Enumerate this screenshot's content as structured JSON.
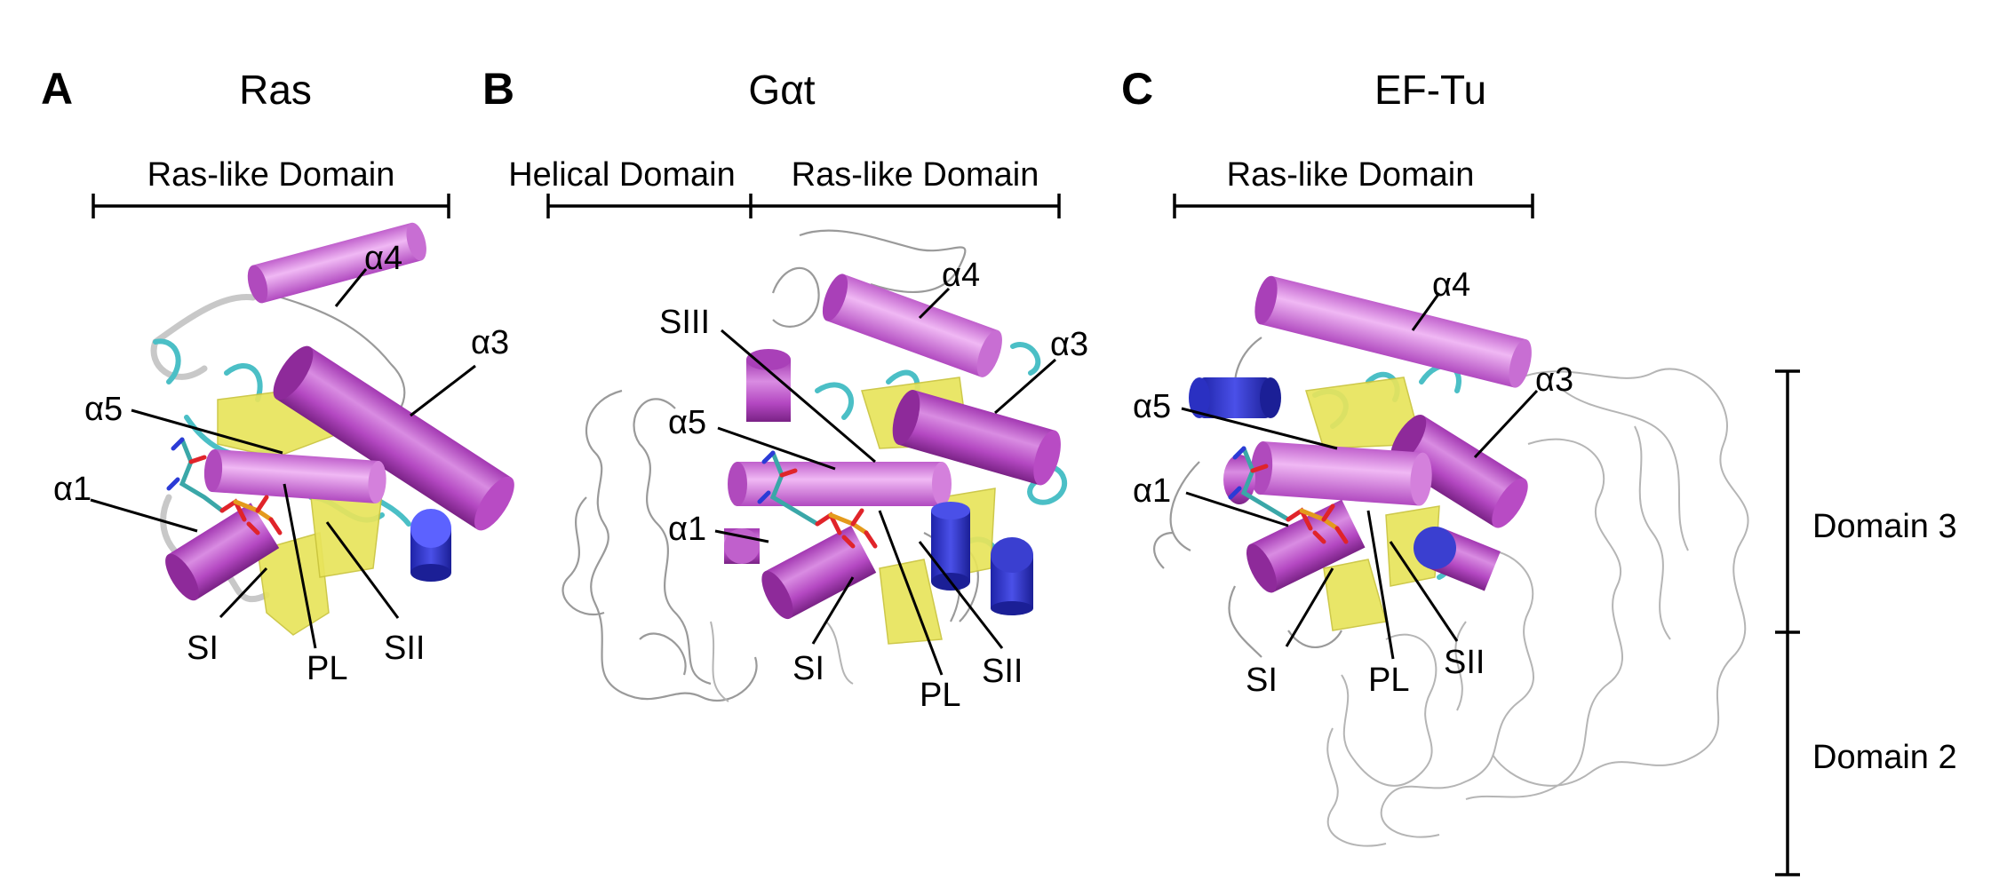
{
  "panels": [
    {
      "letter": "A",
      "title": "Ras",
      "domains": [
        "Ras-like Domain"
      ],
      "labels": [
        "α4",
        "α3",
        "α5",
        "α1",
        "SI",
        "PL",
        "SII"
      ]
    },
    {
      "letter": "B",
      "title": "Gαt",
      "domains": [
        "Helical Domain",
        "Ras-like Domain"
      ],
      "labels": [
        "α4",
        "α3",
        "SIII",
        "α5",
        "α1",
        "SI",
        "PL",
        "SII"
      ]
    },
    {
      "letter": "C",
      "title": "EF-Tu",
      "domains": [
        "Ras-like Domain"
      ],
      "labels": [
        "α4",
        "α3",
        "α5",
        "α1",
        "SI",
        "PL",
        "SII"
      ]
    }
  ],
  "side_domains": [
    "Domain 3",
    "Domain 2"
  ],
  "colors": {
    "helix_violet": "#b84bc4",
    "helix_light": "#d77ee0",
    "helix_blue": "#3a3fd0",
    "sheet_yellow": "#e8e45c",
    "loop_cyan": "#4bbfc6",
    "coil_gray": "#9a9a9a"
  }
}
